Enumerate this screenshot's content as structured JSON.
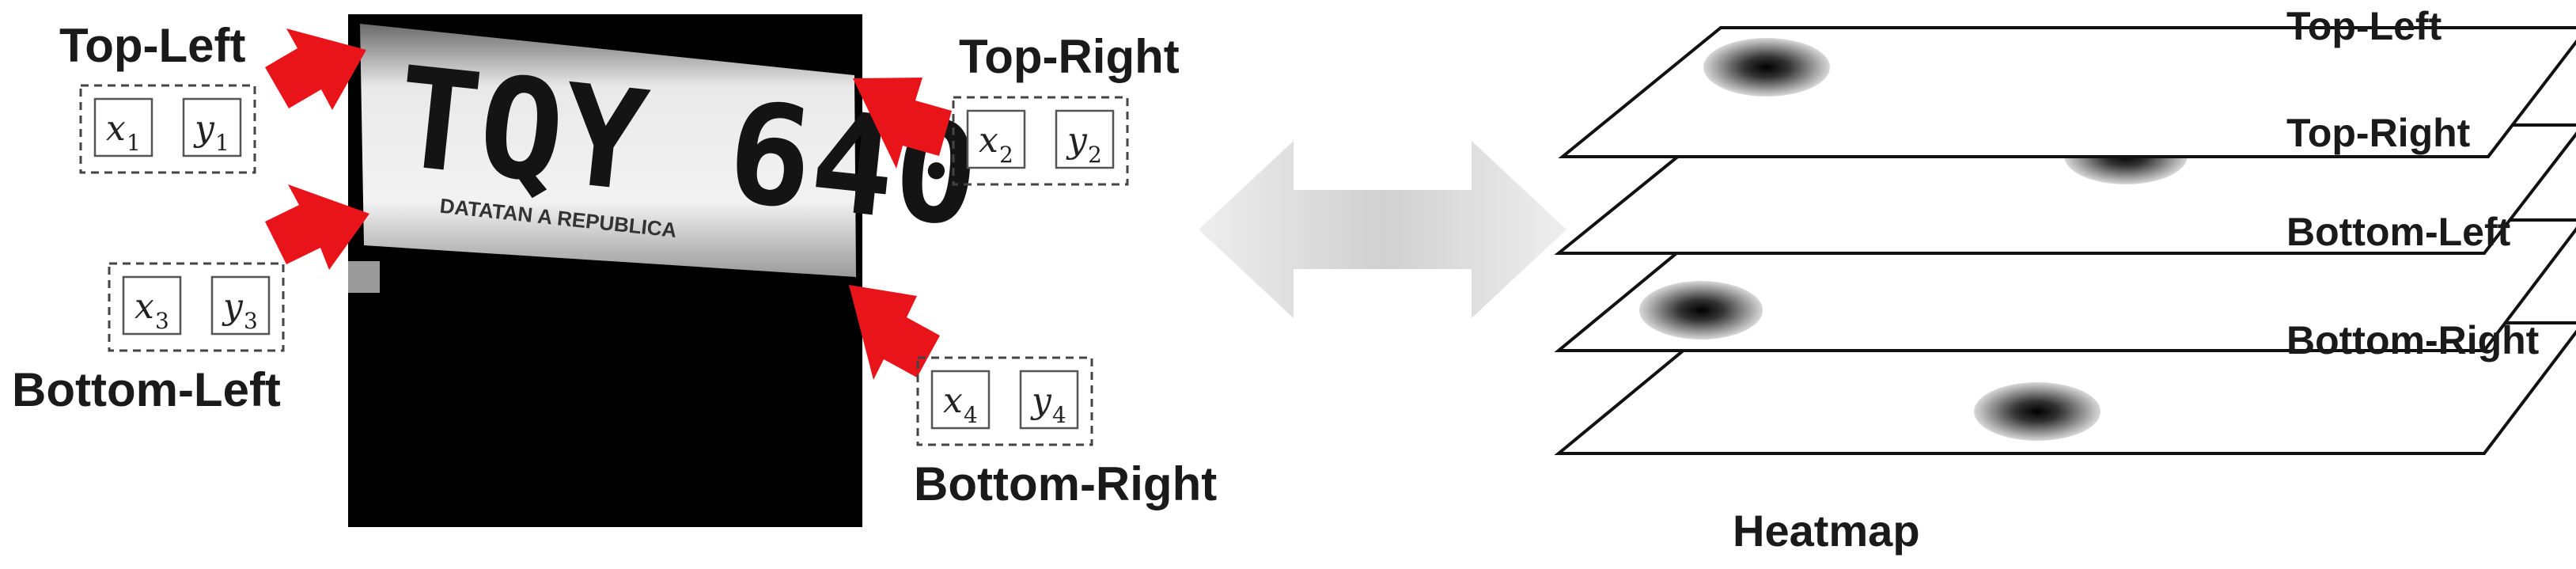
{
  "diagram": {
    "corners": [
      {
        "label": "Top-Left",
        "x": "x",
        "y": "y",
        "index": "1"
      },
      {
        "label": "Top-Right",
        "x": "x",
        "y": "y",
        "index": "2"
      },
      {
        "label": "Bottom-Left",
        "x": "x",
        "y": "y",
        "index": "3"
      },
      {
        "label": "Bottom-Right",
        "x": "x",
        "y": "y",
        "index": "4"
      }
    ],
    "plate_text": "TQY 640",
    "plate_subtext": "DATATAN A REPUBLICA",
    "heatmap": {
      "title": "Heatmap",
      "layers": [
        {
          "label": "Top-Left"
        },
        {
          "label": "Top-Right"
        },
        {
          "label": "Bottom-Left"
        },
        {
          "label": "Bottom-Right"
        }
      ]
    },
    "colors": {
      "arrow": "#e8141a",
      "double_arrow": "#d8d8d8",
      "plate_bg": "#000000"
    }
  }
}
